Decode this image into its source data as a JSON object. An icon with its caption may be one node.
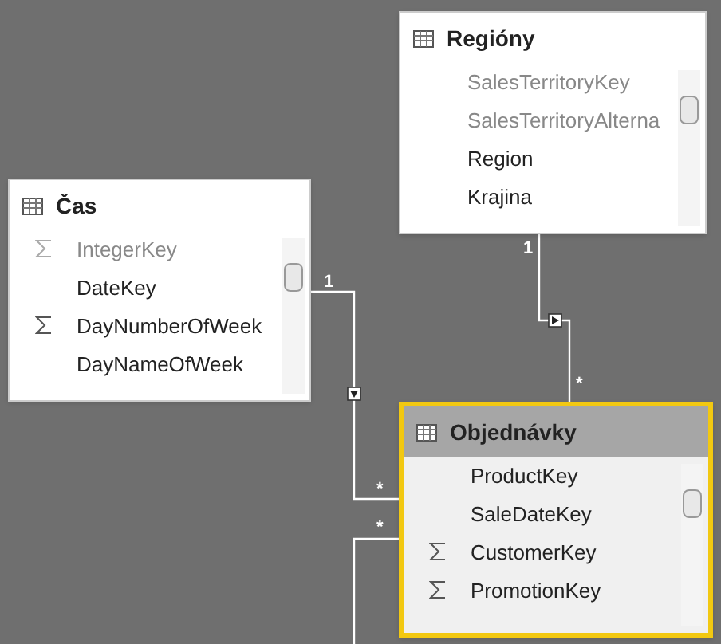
{
  "diagram": {
    "nodes": [
      {
        "text": [
          "Regióny",
          "SalesTerritoryKey",
          "SalesTerritoryAlterna",
          "Region",
          "Krajina"
        ]
      },
      {
        "text": [
          "Čas",
          "IntegerKey",
          "DateKey",
          "DayNumberOfWeek",
          "DayNameOfWeek"
        ]
      },
      {
        "text": [
          "Objednávky",
          "ProductKey",
          "SaleDateKey",
          "CustomerKey",
          "PromotionKey"
        ]
      }
    ],
    "edges": [
      {
        "from": 0,
        "to": 2,
        "arrow": "to"
      },
      {
        "from": 1,
        "to": 2,
        "arrow": "to"
      },
      {
        "from": null,
        "to": 2,
        "arrow": "none"
      }
    ],
    "labels": [
      "1",
      "1",
      "*",
      "*",
      "*"
    ]
  }
}
